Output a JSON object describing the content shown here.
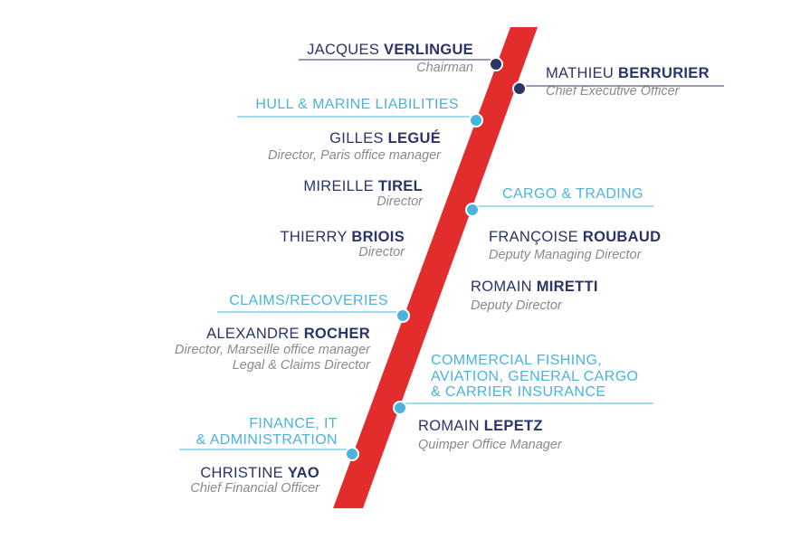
{
  "colors": {
    "stripe": "#e32d2d",
    "navy": "#2b3467",
    "cyan": "#4bb4dc",
    "gray": "#8a8a8a"
  },
  "people": [
    {
      "first": "JACQUES",
      "last": "VERLINGUE",
      "role": "Chairman"
    },
    {
      "first": "MATHIEU",
      "last": "BERRURIER",
      "role": "Chief Executive Officer"
    },
    {
      "first": "GILLES",
      "last": "LEGUÉ",
      "role": "Director, Paris office manager"
    },
    {
      "first": "MIREILLE",
      "last": "TIREL",
      "role": "Director"
    },
    {
      "first": "THIERRY",
      "last": "BRIOIS",
      "role": "Director"
    },
    {
      "first": "FRANÇOISE",
      "last": "ROUBAUD",
      "role": "Deputy Managing Director"
    },
    {
      "first": "ROMAIN",
      "last": "MIRETTI",
      "role": "Deputy Director"
    },
    {
      "first": "ALEXANDRE",
      "last": "ROCHER",
      "role_line1": "Director, Marseille office manager",
      "role_line2": "Legal & Claims Director"
    },
    {
      "first": "ROMAIN",
      "last": "LEPETZ",
      "role": "Quimper Office Manager"
    },
    {
      "first": "CHRISTINE",
      "last": "YAO",
      "role": "Chief Financial Officer"
    }
  ],
  "departments": {
    "hull": "HULL & MARINE LIABILITIES",
    "cargo": "CARGO & TRADING",
    "claims": "CLAIMS/RECOVERIES",
    "commercial": [
      "COMMERCIAL FISHING,",
      "AVIATION, GENERAL CARGO",
      "& CARRIER INSURANCE"
    ],
    "finance": [
      "FINANCE, IT",
      "& ADMINISTRATION"
    ]
  }
}
